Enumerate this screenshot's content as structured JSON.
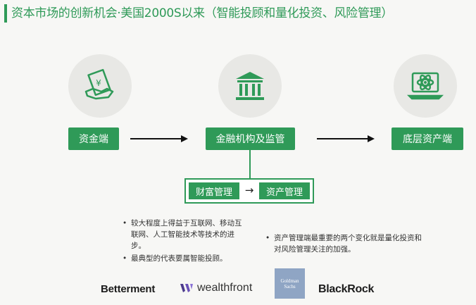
{
  "title": "资本市场的创新机会·美国2000S以来（智能投顾和量化投资、风险管理）",
  "icons": {
    "left": "money-hand-icon",
    "middle": "bank-building-icon",
    "right": "atom-laptop-icon"
  },
  "nodes": {
    "funding": "资金端",
    "institution": "金融机构及监管",
    "asset": "底层资产端"
  },
  "flow": {
    "wealth": "财富管理",
    "arrow": "→",
    "asset_mgmt": "资产管理"
  },
  "bullets_left": [
    "较大程度上得益于互联网、移动互联网、人工智能技术等技术的进步。",
    "最典型的代表要属智能投顾。"
  ],
  "bullets_right": [
    "资产管理端最重要的两个变化就是量化投资和对风险管理关注的加强。"
  ],
  "logos": {
    "betterment": "Betterment",
    "wealthfront": "wealthfront",
    "goldman_line1": "Goldman",
    "goldman_line2": "Sachs",
    "blackrock": "BlackRock"
  },
  "colors": {
    "accent": "#2f9a58",
    "circle": "#e8e8e5",
    "background": "#f7f7f5"
  }
}
